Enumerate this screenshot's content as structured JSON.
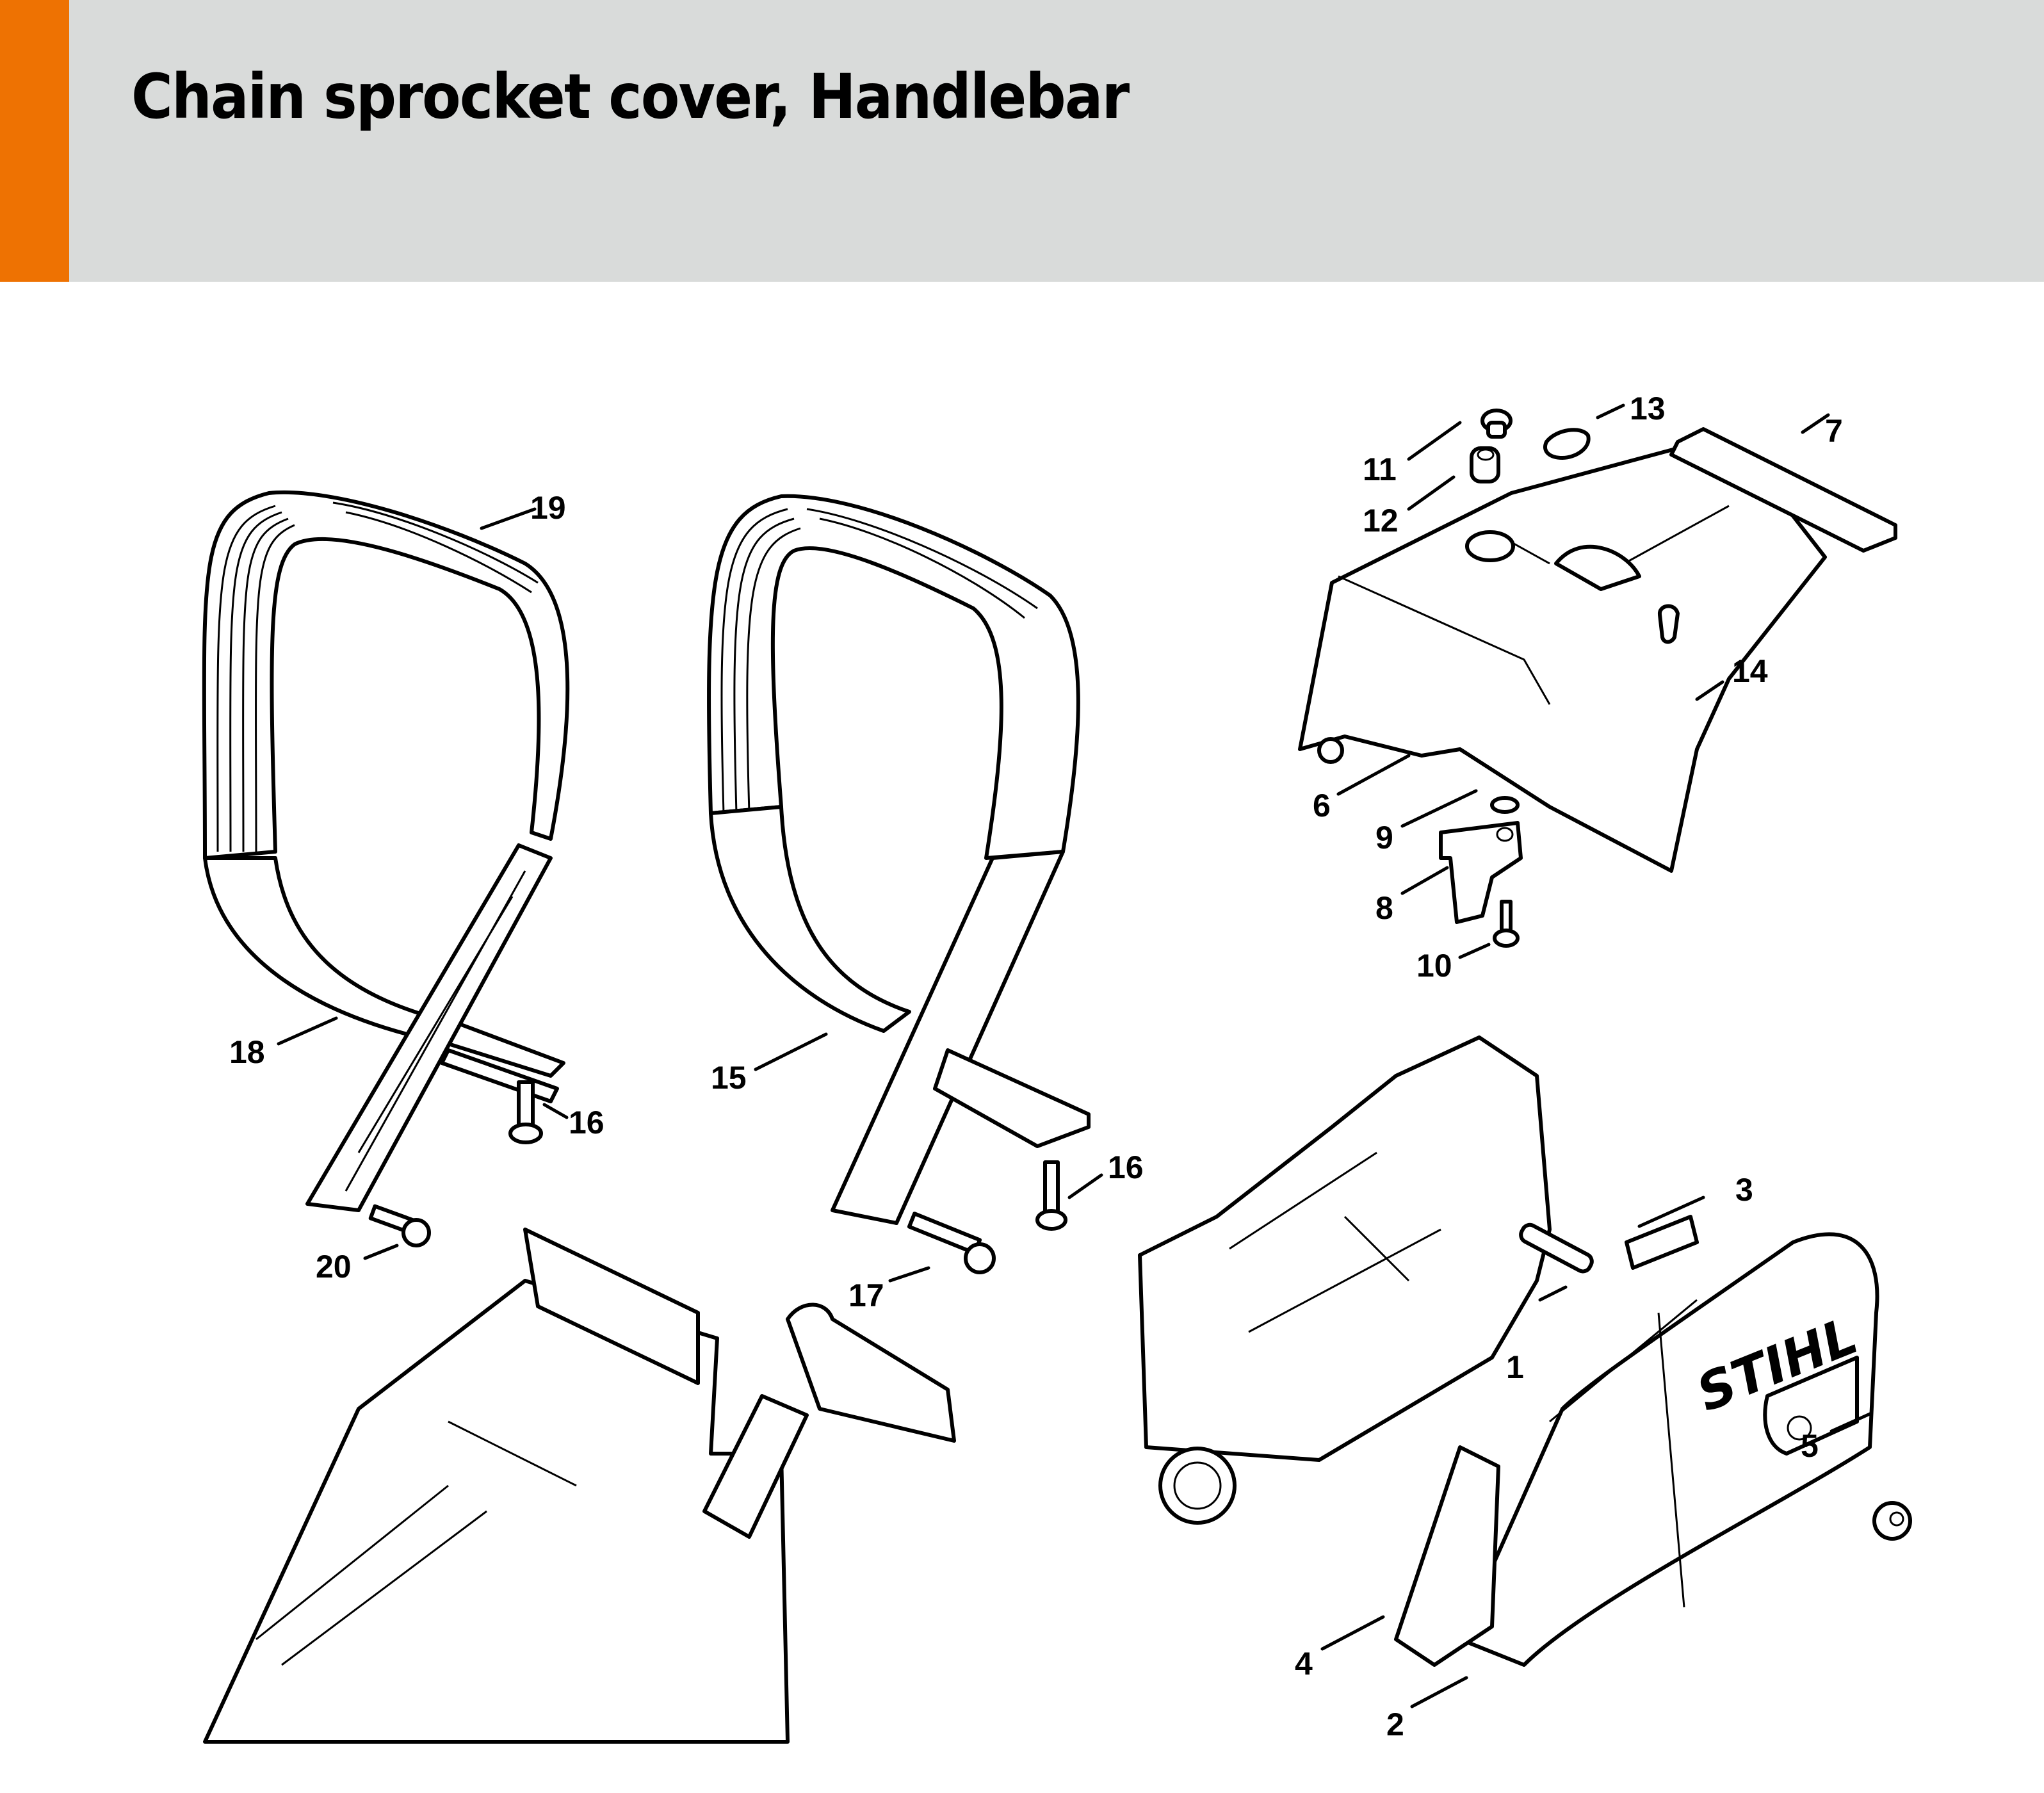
{
  "header": {
    "title": "Chain sprocket cover, Handlebar",
    "accent_color": "#ee7202",
    "background_color": "#d9dbda"
  },
  "diagram": {
    "brand_logo_text": "STIHL",
    "callouts": [
      {
        "part": "1",
        "label": "1"
      },
      {
        "part": "2",
        "label": "2"
      },
      {
        "part": "3",
        "label": "3"
      },
      {
        "part": "4",
        "label": "4"
      },
      {
        "part": "5",
        "label": "5"
      },
      {
        "part": "6",
        "label": "6"
      },
      {
        "part": "7",
        "label": "7"
      },
      {
        "part": "8",
        "label": "8"
      },
      {
        "part": "9",
        "label": "9"
      },
      {
        "part": "10",
        "label": "10"
      },
      {
        "part": "11",
        "label": "11"
      },
      {
        "part": "12",
        "label": "12"
      },
      {
        "part": "13",
        "label": "13"
      },
      {
        "part": "14",
        "label": "14"
      },
      {
        "part": "15",
        "label": "15"
      },
      {
        "part": "16a",
        "label": "16"
      },
      {
        "part": "16b",
        "label": "16"
      },
      {
        "part": "17",
        "label": "17"
      },
      {
        "part": "18",
        "label": "18"
      },
      {
        "part": "19",
        "label": "19"
      },
      {
        "part": "20",
        "label": "20"
      }
    ]
  }
}
